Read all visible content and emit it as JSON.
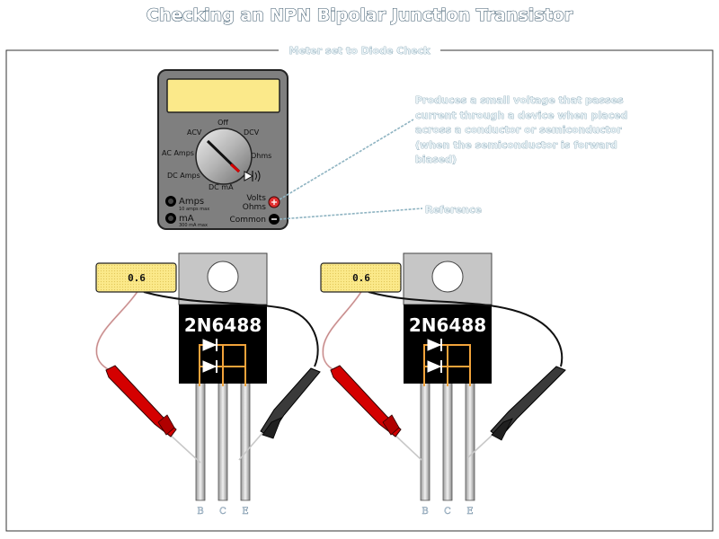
{
  "title": "Checking an NPN Bipolar Junction Transistor",
  "frame_label": "Meter set to Diode Check",
  "meter": {
    "dial_labels": {
      "off": "Off",
      "acv": "ACV",
      "dcv": "DCV",
      "ac_amps": "AC Amps",
      "ohms": "Ohms",
      "dc_amps": "DC Amps",
      "dc_ma": "DC mA"
    },
    "jacks": {
      "amps": "Amps",
      "amps_rating": "10 amps max",
      "ma": "mA",
      "ma_rating": "300 mA max",
      "volts": "Volts",
      "ohms": "Ohms",
      "common": "Common"
    }
  },
  "annotations": {
    "diode_note": [
      "Produces a small voltage that passes",
      "current through a device when placed",
      "across a conductor or semiconductor",
      "(when the semiconductor is forward",
      "biased)"
    ],
    "reference": "Reference"
  },
  "transistors": [
    {
      "part": "2N6488",
      "reading": "0.6",
      "pins": [
        "B",
        "C",
        "E"
      ]
    },
    {
      "part": "2N6488",
      "reading": "0.6",
      "pins": [
        "B",
        "C",
        "E"
      ]
    }
  ],
  "colors": {
    "meter_body": "#7f7f7f",
    "lcd": "#fbe98a",
    "chip_body": "#000000",
    "tab": "#c6c6c6",
    "pad": "#f2a33a",
    "red_probe": "#d40000",
    "black_probe": "#3a3a3a"
  }
}
